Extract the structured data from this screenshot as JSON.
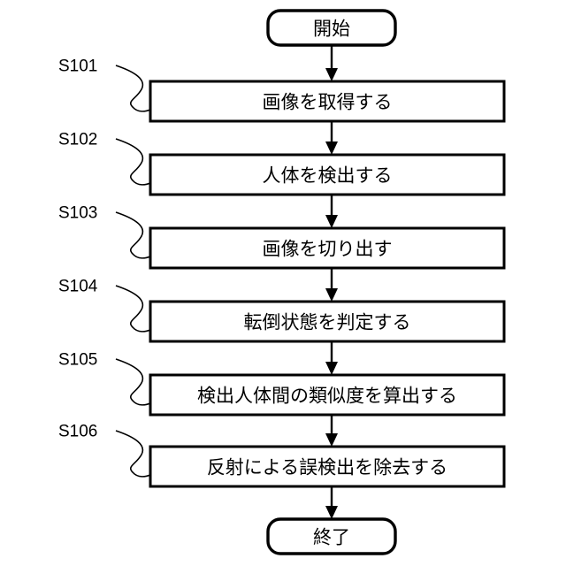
{
  "diagram": {
    "type": "flowchart",
    "orientation": "vertical",
    "background_color": "#ffffff",
    "line_color": "#000000",
    "title": "",
    "start": {
      "label": "開始",
      "shape": "rounded-terminal"
    },
    "end": {
      "label": "終了",
      "shape": "rounded-terminal"
    },
    "steps": [
      {
        "id": "S101",
        "label": "画像を取得する"
      },
      {
        "id": "S102",
        "label": "人体を検出する"
      },
      {
        "id": "S103",
        "label": "画像を切り出す"
      },
      {
        "id": "S104",
        "label": "転倒状態を判定する"
      },
      {
        "id": "S105",
        "label": "検出人体間の類似度を算出する"
      },
      {
        "id": "S106",
        "label": "反射による誤検出を除去する"
      }
    ]
  }
}
